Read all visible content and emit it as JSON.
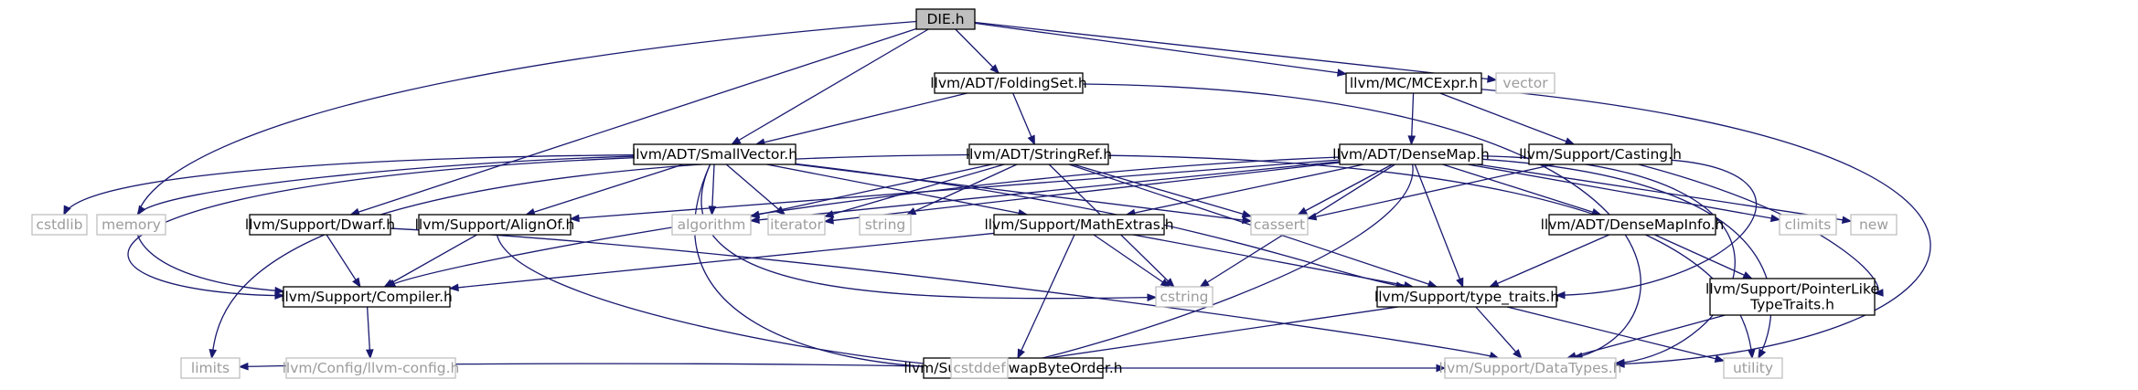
{
  "graph": {
    "nodes": {
      "die": {
        "lines": [
          "DIE.h"
        ],
        "kind": "focus"
      },
      "foldingset": {
        "lines": [
          "llvm/ADT/FoldingSet.h"
        ],
        "kind": "file"
      },
      "mcexpr": {
        "lines": [
          "llvm/MC/MCExpr.h"
        ],
        "kind": "file"
      },
      "vector": {
        "lines": [
          "vector"
        ],
        "kind": "sys"
      },
      "smallvector": {
        "lines": [
          "llvm/ADT/SmallVector.h"
        ],
        "kind": "file"
      },
      "stringref": {
        "lines": [
          "llvm/ADT/StringRef.h"
        ],
        "kind": "file"
      },
      "densemap": {
        "lines": [
          "llvm/ADT/DenseMap.h"
        ],
        "kind": "file"
      },
      "casting": {
        "lines": [
          "llvm/Support/Casting.h"
        ],
        "kind": "file"
      },
      "cstdlib": {
        "lines": [
          "cstdlib"
        ],
        "kind": "sys"
      },
      "memory": {
        "lines": [
          "memory"
        ],
        "kind": "sys"
      },
      "dwarf": {
        "lines": [
          "llvm/Support/Dwarf.h"
        ],
        "kind": "file"
      },
      "alignof": {
        "lines": [
          "llvm/Support/AlignOf.h"
        ],
        "kind": "file"
      },
      "algorithm": {
        "lines": [
          "algorithm"
        ],
        "kind": "sys"
      },
      "iterator": {
        "lines": [
          "iterator"
        ],
        "kind": "sys"
      },
      "string": {
        "lines": [
          "string"
        ],
        "kind": "sys"
      },
      "mathextras": {
        "lines": [
          "llvm/Support/MathExtras.h"
        ],
        "kind": "file"
      },
      "cassert": {
        "lines": [
          "cassert"
        ],
        "kind": "sys"
      },
      "densemapinfo": {
        "lines": [
          "llvm/ADT/DenseMapInfo.h"
        ],
        "kind": "file"
      },
      "climits": {
        "lines": [
          "climits"
        ],
        "kind": "sys"
      },
      "new": {
        "lines": [
          "new"
        ],
        "kind": "sys"
      },
      "compiler": {
        "lines": [
          "llvm/Support/Compiler.h"
        ],
        "kind": "file"
      },
      "cstring": {
        "lines": [
          "cstring"
        ],
        "kind": "sys"
      },
      "typetraits": {
        "lines": [
          "llvm/Support/type_traits.h"
        ],
        "kind": "file"
      },
      "pointerlike": {
        "lines": [
          "llvm/Support/PointerLike",
          "TypeTraits.h"
        ],
        "kind": "file"
      },
      "swapbyteorder": {
        "lines": [
          "llvm/Support/SwapByteOrder.h"
        ],
        "kind": "file"
      },
      "limits": {
        "lines": [
          "limits"
        ],
        "kind": "sys"
      },
      "llvmconfig": {
        "lines": [
          "llvm/Config/llvm-config.h"
        ],
        "kind": "sys"
      },
      "cstddef": {
        "lines": [
          "cstddef"
        ],
        "kind": "sys"
      },
      "datatypes": {
        "lines": [
          "llvm/Support/DataTypes.h"
        ],
        "kind": "sys"
      },
      "utility": {
        "lines": [
          "utility"
        ],
        "kind": "sys"
      }
    },
    "edges": [
      [
        "die",
        "foldingset"
      ],
      [
        "die",
        "mcexpr"
      ],
      [
        "die",
        "vector"
      ],
      [
        "die",
        "smallvector"
      ],
      [
        "die",
        "dwarf"
      ],
      [
        "die",
        "compiler"
      ],
      [
        "foldingset",
        "smallvector"
      ],
      [
        "foldingset",
        "stringref"
      ],
      [
        "foldingset",
        "datatypes"
      ],
      [
        "mcexpr",
        "densemap"
      ],
      [
        "mcexpr",
        "casting"
      ],
      [
        "mcexpr",
        "datatypes"
      ],
      [
        "smallvector",
        "cstdlib"
      ],
      [
        "smallvector",
        "memory"
      ],
      [
        "smallvector",
        "alignof"
      ],
      [
        "smallvector",
        "algorithm"
      ],
      [
        "smallvector",
        "iterator"
      ],
      [
        "smallvector",
        "mathextras"
      ],
      [
        "smallvector",
        "cassert"
      ],
      [
        "smallvector",
        "compiler"
      ],
      [
        "smallvector",
        "typetraits"
      ],
      [
        "smallvector",
        "cstring"
      ],
      [
        "smallvector",
        "cstddef"
      ],
      [
        "stringref",
        "algorithm"
      ],
      [
        "stringref",
        "iterator"
      ],
      [
        "stringref",
        "string"
      ],
      [
        "stringref",
        "cassert"
      ],
      [
        "stringref",
        "cstring"
      ],
      [
        "stringref",
        "limits"
      ],
      [
        "stringref",
        "typetraits"
      ],
      [
        "stringref",
        "utility"
      ],
      [
        "densemap",
        "alignof"
      ],
      [
        "densemap",
        "algorithm"
      ],
      [
        "densemap",
        "iterator"
      ],
      [
        "densemap",
        "mathextras"
      ],
      [
        "densemap",
        "cassert"
      ],
      [
        "densemap",
        "densemapinfo"
      ],
      [
        "densemap",
        "climits"
      ],
      [
        "densemap",
        "new"
      ],
      [
        "densemap",
        "compiler"
      ],
      [
        "densemap",
        "cstring"
      ],
      [
        "densemap",
        "typetraits"
      ],
      [
        "densemap",
        "cstddef"
      ],
      [
        "densemap",
        "utility"
      ],
      [
        "densemap",
        "datatypes"
      ],
      [
        "casting",
        "cassert"
      ],
      [
        "casting",
        "typetraits"
      ],
      [
        "casting",
        "pointerlike"
      ],
      [
        "dwarf",
        "compiler"
      ],
      [
        "dwarf",
        "datatypes"
      ],
      [
        "alignof",
        "compiler"
      ],
      [
        "alignof",
        "cstddef"
      ],
      [
        "mathextras",
        "compiler"
      ],
      [
        "mathextras",
        "swapbyteorder"
      ],
      [
        "mathextras",
        "cstring"
      ],
      [
        "mathextras",
        "typetraits"
      ],
      [
        "densemapinfo",
        "typetraits"
      ],
      [
        "densemapinfo",
        "pointerlike"
      ],
      [
        "compiler",
        "llvmconfig"
      ],
      [
        "typetraits",
        "cstddef"
      ],
      [
        "typetraits",
        "datatypes"
      ],
      [
        "typetraits",
        "utility"
      ],
      [
        "pointerlike",
        "datatypes"
      ],
      [
        "swapbyteorder",
        "limits"
      ],
      [
        "swapbyteorder",
        "cstddef"
      ],
      [
        "swapbyteorder",
        "datatypes"
      ]
    ]
  }
}
